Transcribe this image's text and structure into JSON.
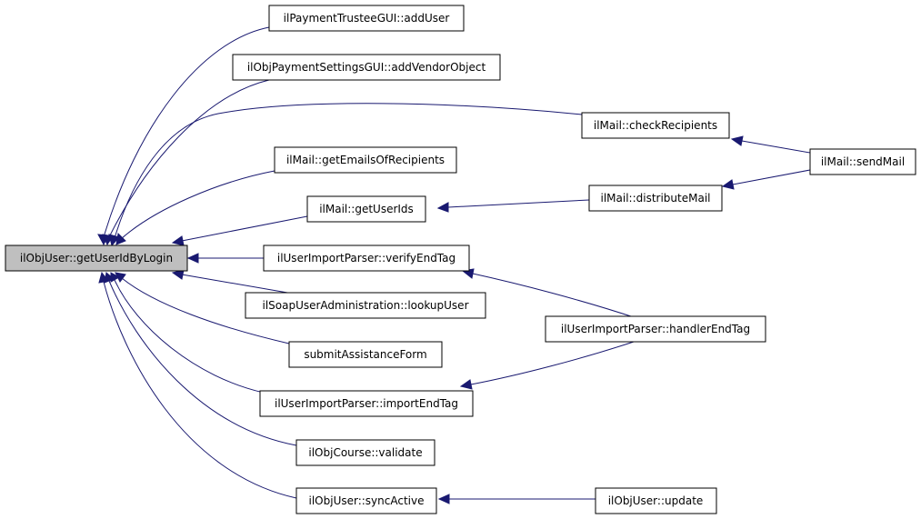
{
  "graph": {
    "nodes": {
      "root": "ilObjUser::getUserIdByLogin",
      "payment_trustee_add_user": "ilPaymentTrusteeGUI::addUser",
      "payment_settings_add_vendor": "ilObjPaymentSettingsGUI::addVendorObject",
      "mail_check_recipients": "ilMail::checkRecipients",
      "mail_send_mail": "ilMail::sendMail",
      "mail_get_emails": "ilMail::getEmailsOfRecipients",
      "mail_get_user_ids": "ilMail::getUserIds",
      "mail_distribute": "ilMail::distributeMail",
      "import_verify_end_tag": "ilUserImportParser::verifyEndTag",
      "soap_lookup_user": "ilSoapUserAdministration::lookupUser",
      "import_handler_end_tag": "ilUserImportParser::handlerEndTag",
      "submit_assistance_form": "submitAssistanceForm",
      "import_import_end_tag": "ilUserImportParser::importEndTag",
      "course_validate": "ilObjCourse::validate",
      "user_sync_active": "ilObjUser::syncActive",
      "user_update": "ilObjUser::update"
    },
    "edge_color": "#191970",
    "focus_fill": "#bfbfbf"
  }
}
